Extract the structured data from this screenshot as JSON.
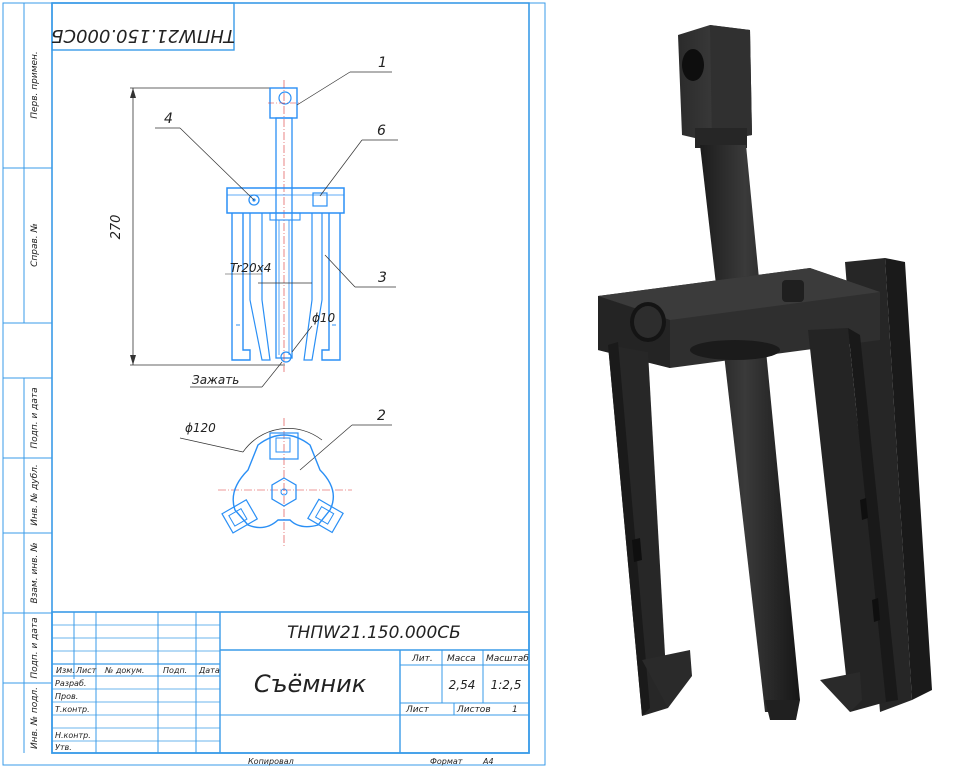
{
  "drawing": {
    "code_top": "ТНПW21.150.000СБ",
    "code_main": "ТНПW21.150.000СБ",
    "title": "Съёмник",
    "callouts": [
      "1",
      "2",
      "3",
      "4",
      "6"
    ],
    "dims": {
      "height": "270",
      "thread": "Tr20x4",
      "dia_small": "ϕ10",
      "clamp": "Зажать",
      "dia_large": "ϕ120"
    },
    "side_labels": [
      "Перв. примен.",
      "Справ. №",
      "Подп. и дата",
      "Инв. № дубл.",
      "Взам. инв. №",
      "Подп. и дата",
      "Инв. № подл."
    ],
    "stamp": {
      "header": [
        "Изм.",
        "Лист",
        "№ докум.",
        "Подп.",
        "Дата"
      ],
      "rows": [
        "Разраб.",
        "Пров.",
        "Т.контр.",
        "",
        "Н.контр.",
        "Утв."
      ],
      "lit_label": "Лит.",
      "mass_label": "Масса",
      "scale_label": "Масштаб",
      "mass": "2,54",
      "scale": "1:2,5",
      "sheet_label": "Лист",
      "sheets_label": "Листов",
      "sheets": "1"
    },
    "footer": {
      "copied": "Копировал",
      "format_label": "Формат",
      "format": "A4"
    }
  }
}
